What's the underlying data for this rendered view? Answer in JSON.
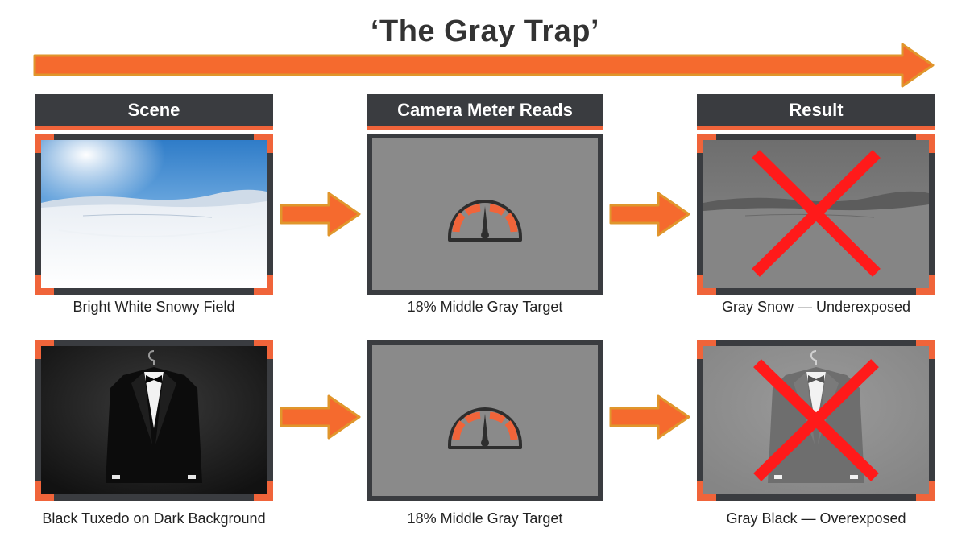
{
  "title": "‘The Gray Trap’",
  "headers": {
    "scene": "Scene",
    "meter": "Camera Meter Reads",
    "result": "Result"
  },
  "rows": [
    {
      "scene_caption": "Bright White Snowy Field",
      "meter_caption": "18% Middle Gray Target",
      "result_caption": "Gray Snow — Underexposed"
    },
    {
      "scene_caption": "Black Tuxedo on Dark Background",
      "meter_caption": "18% Middle Gray Target",
      "result_caption": "Gray Black — Overexposed"
    }
  ],
  "colors": {
    "accent_orange": "#f0643a",
    "arrow_fill": "#f56a2e",
    "arrow_stroke": "#e0962c",
    "header_bg": "#3a3c40",
    "meter_gray": "#8a8a8a",
    "x_mark": "#ff1a1a"
  },
  "icons": [
    "timeline-arrow",
    "flow-arrow",
    "light-meter-icon",
    "x-mark-icon"
  ]
}
